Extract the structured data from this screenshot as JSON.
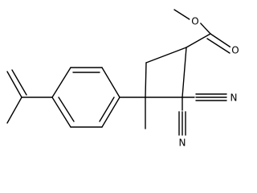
{
  "structure": {
    "atoms": [
      {
        "id": "ester_oxygen",
        "symbol": "O"
      },
      {
        "id": "carbonyl_oxygen",
        "symbol": "O"
      },
      {
        "id": "nitrile_nitrogen_right",
        "symbol": "N"
      },
      {
        "id": "nitrile_nitrogen_bottom",
        "symbol": "N"
      }
    ]
  }
}
